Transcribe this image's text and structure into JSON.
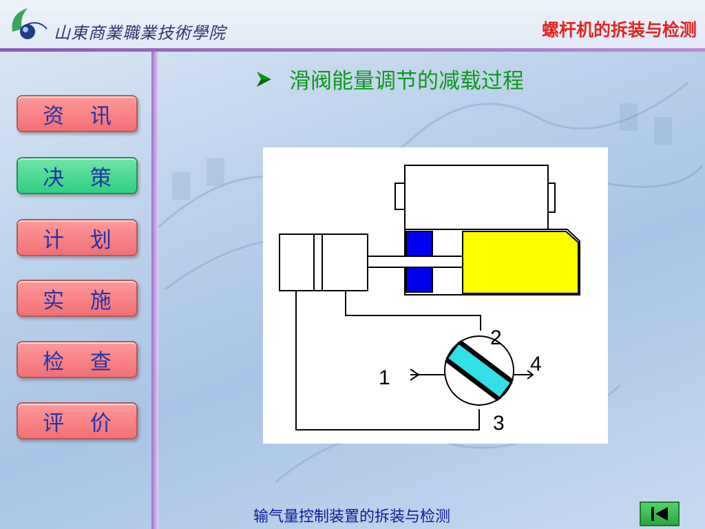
{
  "header": {
    "school_name": "山東商業職業技術學院",
    "course_title": "螺杆机的拆装与检测"
  },
  "nav": {
    "items": [
      {
        "label": "资 讯",
        "active": false
      },
      {
        "label": "决 策",
        "active": true
      },
      {
        "label": "计 划",
        "active": false
      },
      {
        "label": "实 施",
        "active": false
      },
      {
        "label": "检 查",
        "active": false
      },
      {
        "label": "评 价",
        "active": false
      }
    ]
  },
  "content": {
    "heading": "滑阀能量调节的减载过程",
    "diagram": {
      "port_labels": [
        "1",
        "2",
        "3",
        "4"
      ]
    }
  },
  "footer": {
    "title": "输气量控制装置的拆装与检测"
  },
  "colors": {
    "nav_default": "#f26f74",
    "nav_active": "#2fcf82",
    "heading": "#0a9a1a",
    "course_title": "#e62423",
    "slide_valve": "#ffff00",
    "piston": "#0000ee",
    "valve_core": "#33e0e8"
  },
  "icons": {
    "bullet": "arrow-bullet-icon",
    "back": "back-to-first-icon"
  }
}
